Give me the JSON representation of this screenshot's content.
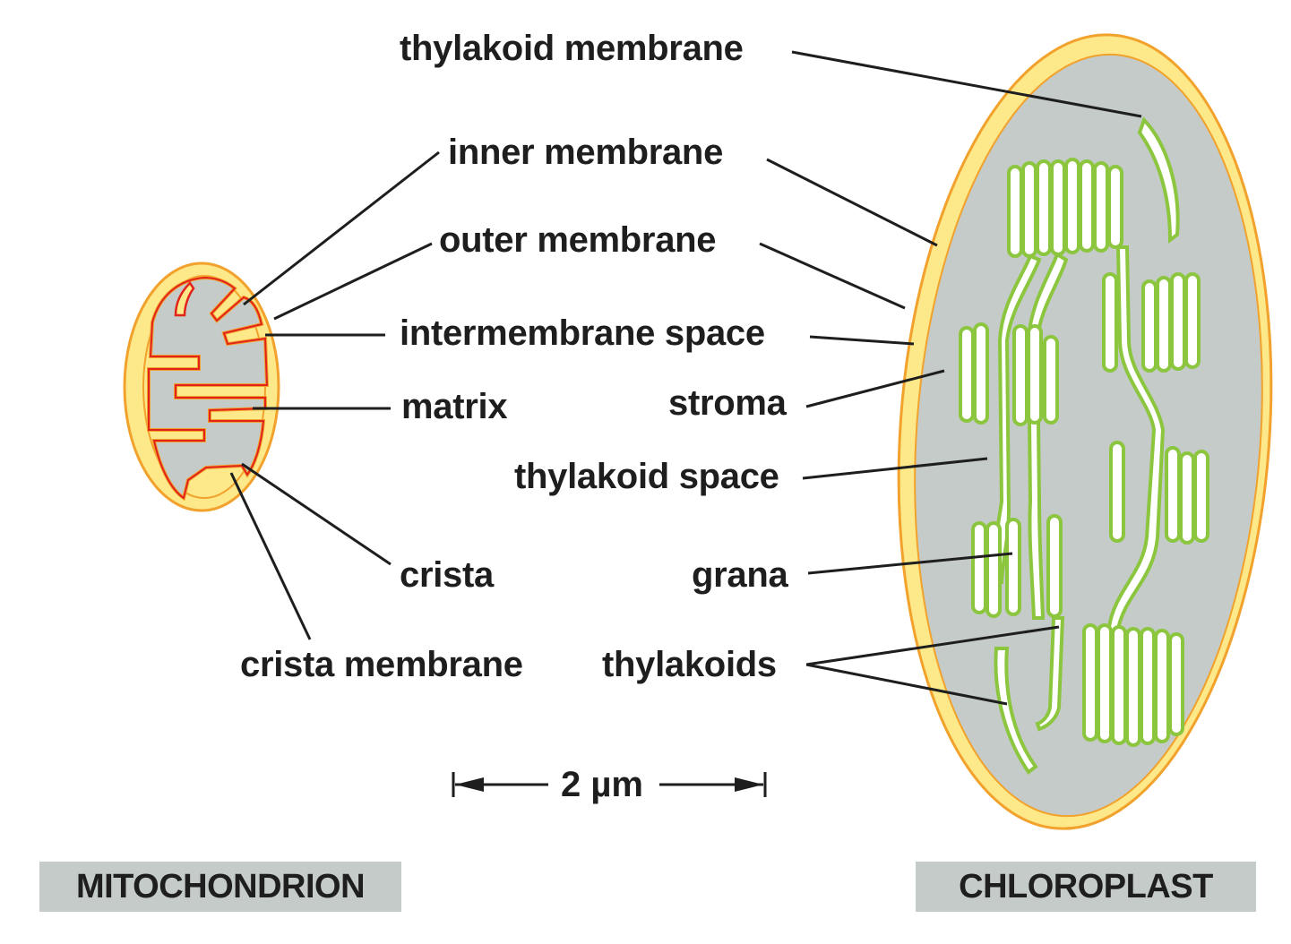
{
  "labels": {
    "thylakoid_membrane": "thylakoid membrane",
    "inner_membrane": "inner membrane",
    "outer_membrane": "outer membrane",
    "intermembrane_space": "intermembrane space",
    "matrix": "matrix",
    "stroma": "stroma",
    "thylakoid_space": "thylakoid space",
    "crista": "crista",
    "grana": "grana",
    "crista_membrane": "crista membrane",
    "thylakoids": "thylakoids"
  },
  "scale_bar": {
    "label": "2 µm"
  },
  "titles": {
    "mitochondrion": "MITOCHONDRION",
    "chloroplast": "CHLOROPLAST"
  },
  "colors": {
    "outer_membrane_fill": "#fde98a",
    "outer_membrane_stroke": "#f2a22c",
    "interior_fill": "#c4cbc8",
    "crista_stroke": "#e2231a",
    "thylakoid_stroke": "#8cc63f",
    "thylakoid_fill": "#ffffff",
    "leader_line": "#1e1e1e",
    "title_bg": "#c4cbc8"
  }
}
